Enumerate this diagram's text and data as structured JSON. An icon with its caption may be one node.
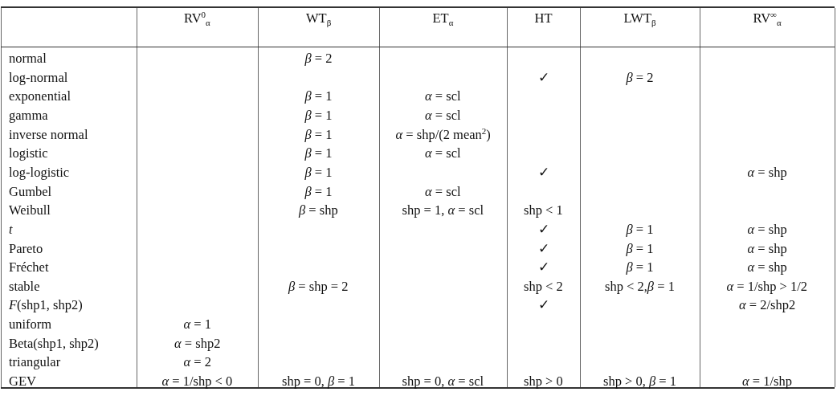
{
  "diagram": {
    "labels": [
      "RV$^{0}$$_{α}$",
      "WT$_{β}$",
      "ET$_{α}$",
      "HT",
      "LWT$_{β}$",
      "RV$^{∞}$$_{α}$",
      "normal",
      "*β* = 2",
      "log-normal",
      "✓",
      "*β* = 2",
      "exponential",
      "*β* = 1",
      "*α* = scl",
      "gamma",
      "*β* = 1",
      "*α* = scl",
      "inverse normal",
      "*β* = 1",
      "*α* = shp/(2 mean$^{2}$)",
      "logistic",
      "*β* = 1",
      "*α* = scl",
      "log-logistic",
      "*β* = 1",
      "✓",
      "*α* = shp",
      "Gumbel",
      "*β* = 1",
      "*α* = scl",
      "Weibull",
      "*β* = shp",
      "shp = 1, *α* = scl",
      "shp < 1",
      "*t*",
      "✓",
      "*β* = 1",
      "*α* = shp",
      "Pareto",
      "✓",
      "*β* = 1",
      "*α* = shp",
      "Fréchet",
      "✓",
      "*β* = 1",
      "*α* = shp",
      "stable",
      "*β* = shp = 2",
      "shp < 2",
      "shp < 2,*β* = 1",
      "*α* = 1/shp > 1/2",
      "*F*(shp1, shp2)",
      "✓",
      "*α* = 2/shp2",
      "uniform",
      "*α* = 1",
      "Beta(shp1, shp2)",
      "*α* = shp2",
      "triangular",
      "*α* = 2",
      "GEV",
      "*α* = 1/shp < 0",
      "shp = 0, *β* = 1",
      "shp = 0, *α* = scl",
      "shp > 0",
      "shp > 0, *β* = 1",
      "*α* = 1/shp"
    ]
  }
}
